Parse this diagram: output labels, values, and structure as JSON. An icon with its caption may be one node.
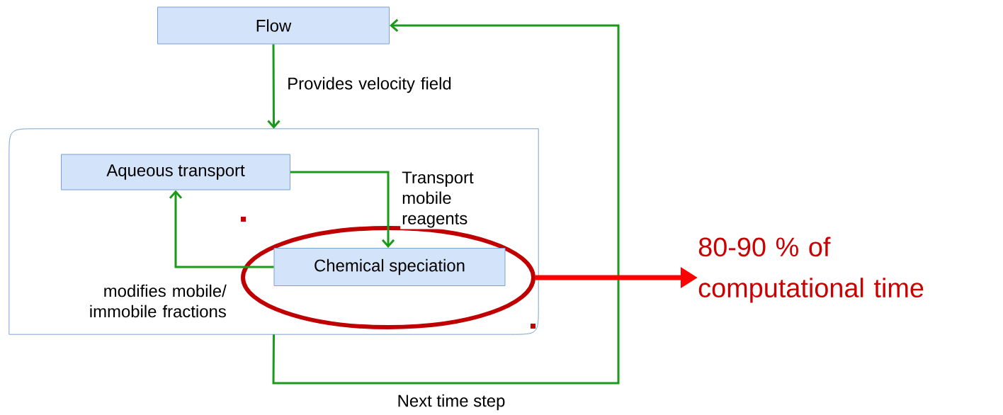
{
  "diagram": {
    "nodes": [
      {
        "text": [
          "Flow"
        ]
      },
      {
        "text": [],
        "shape": "box"
      },
      {
        "text": [
          "Aqueous transport"
        ],
        "in": 1
      },
      {
        "text": [
          "Chemical speciation"
        ],
        "in": 4
      },
      {
        "text": [],
        "shape": "circle",
        "in": 1
      },
      {
        "text": [
          "80-90 % of computational time"
        ]
      }
    ],
    "edges": [
      {
        "from": 0,
        "to": 1,
        "arrow": "to",
        "label": "Provides velocity field"
      },
      {
        "from": 2,
        "to": 3,
        "arrow": "to",
        "label": "Transport mobile reagents"
      },
      {
        "from": 3,
        "to": 2,
        "arrow": "to",
        "label": "modifies mobile/ immobile fractions"
      },
      {
        "from": 1,
        "to": 0,
        "arrow": "to",
        "label": "Next time step"
      },
      {
        "from": 4,
        "to": 5,
        "arrow": "to",
        "style": "thick",
        "color": "#ff0000"
      }
    ]
  }
}
